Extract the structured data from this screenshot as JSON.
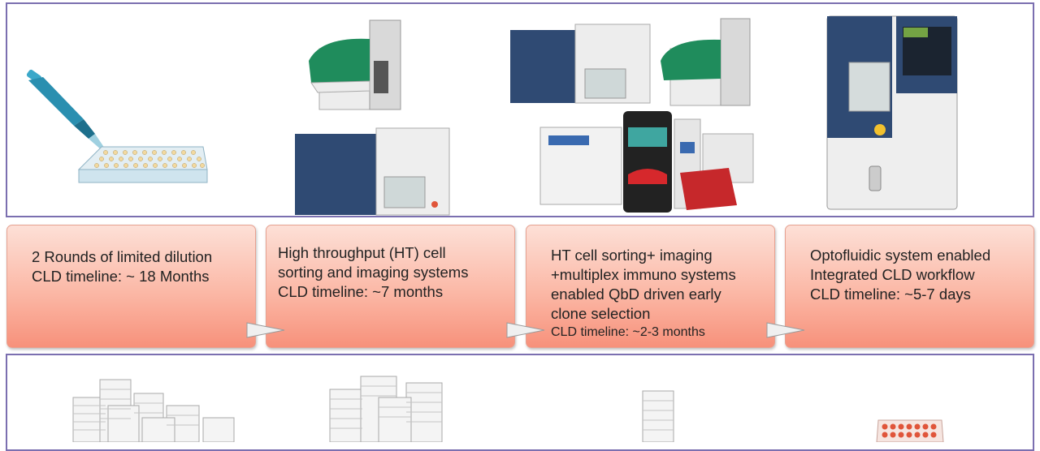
{
  "stages": [
    {
      "lines": [
        "2 Rounds of limited dilution",
        "CLD timeline: ~ 18 Months"
      ]
    },
    {
      "lines": [
        "High throughput (HT)  cell",
        "sorting and imaging systems",
        "CLD timeline: ~7 months"
      ]
    },
    {
      "lines": [
        "HT cell sorting+ imaging",
        "+multiplex immuno systems",
        "enabled QbD driven early",
        "clone selection"
      ],
      "note": "CLD timeline: ~2-3 months"
    },
    {
      "lines": [
        "Optofluidic system enabled",
        "Integrated CLD workflow",
        "CLD timeline: ~5-7 days"
      ]
    }
  ],
  "colors": {
    "panel_border": "#7b6fb0",
    "stage_fill_top": "#fde0d7",
    "stage_fill_bottom": "#f7917b",
    "instrument_green": "#1f8c5c",
    "instrument_navy": "#2f4a73",
    "pipette_teal": "#2a8fb0"
  },
  "icons": [
    "pipette-icon",
    "well-plate-icon",
    "cell-sorter-icon",
    "imaging-system-icon",
    "multiplex-analyzer-icon",
    "optofluidic-system-icon",
    "plate-stack-icon"
  ]
}
